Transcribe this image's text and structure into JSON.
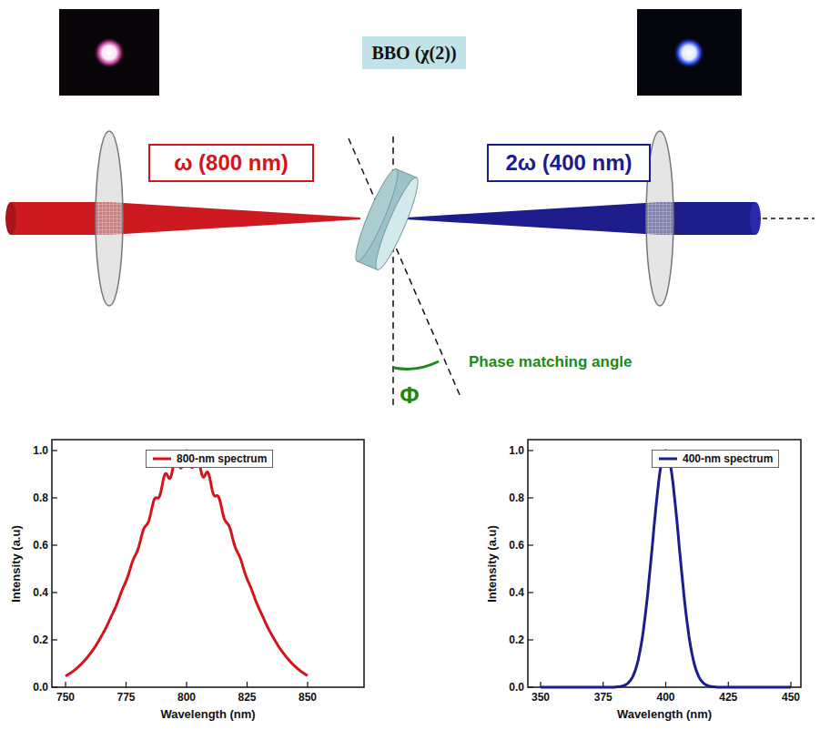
{
  "diagram": {
    "nodes": [
      {
        "text": [
          "BBO (χ(2))"
        ]
      },
      {
        "text": [
          "ω (800 nm)"
        ]
      },
      {
        "text": [
          "2ω (400 nm)"
        ]
      }
    ],
    "labels": [
      "Phase matching angle",
      "Φ",
      "Intensity (a.u)",
      "Wavelength (nm)",
      "750",
      "775",
      "800",
      "825",
      "850",
      "0.0",
      "0.2",
      "0.4",
      "0.6",
      "0.8",
      "1.0",
      "Intensity (a.u)",
      "Wavelength (nm)",
      "350",
      "375",
      "400",
      "425",
      "450",
      "0.0",
      "0.2",
      "0.4",
      "0.6",
      "0.8",
      "1.0"
    ],
    "legend": [
      {
        "text": "800-nm spectrum"
      },
      {
        "text": "400-nm spectrum"
      }
    ]
  }
}
